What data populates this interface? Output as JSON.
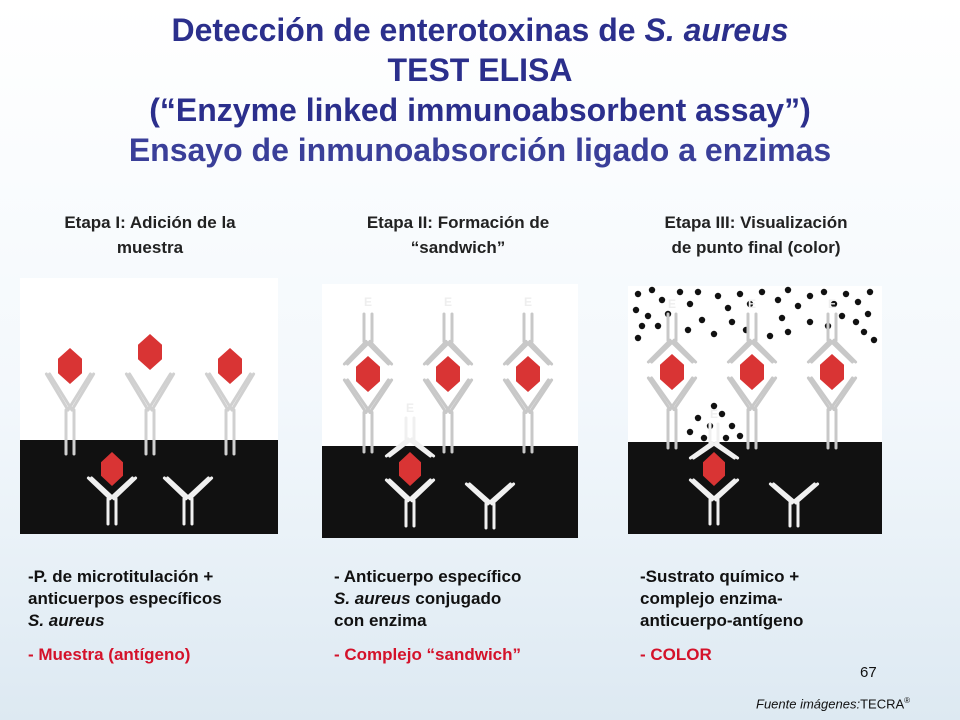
{
  "title": {
    "line1_main": "Detección de enterotoxinas de ",
    "line1_species": "S. aureus",
    "line2": "TEST  ELISA",
    "line3": "(“Enzyme linked immunoabsorbent  assay”)",
    "line4": "Ensayo de inmunoabsorción ligado a enzimas"
  },
  "stages": [
    {
      "title_line1": "Etapa I: Adición de la",
      "title_line2": "muestra",
      "desc": [
        "-P. de microtitulación  +",
        "anticuerpos específicos",
        "S. aureus"
      ],
      "highlight": "- Muestra  (antígeno)"
    },
    {
      "title_line1": "Etapa II:  Formación de",
      "title_line2": "“sandwich”",
      "desc": [
        "- Anticuerpo específico",
        "S. aureus conjugado",
        "con enzima"
      ],
      "highlight": "-  Complejo “sandwich”"
    },
    {
      "title_line1": "Etapa III: Visualización",
      "title_line2": "de punto final (color)",
      "desc": [
        "-Sustrato químico +",
        "complejo enzima-",
        "anticuerpo-antígeno"
      ],
      "highlight": "- COLOR"
    }
  ],
  "enzyme_label": "E",
  "slide_number": "67",
  "source": {
    "label": "Fuente  imágenes:",
    "name": "TECRA",
    "reg": "®"
  },
  "colors": {
    "title": "#2b2f8c",
    "highlight": "#d4122a",
    "antigen": "#d93434",
    "well": "#111111"
  }
}
